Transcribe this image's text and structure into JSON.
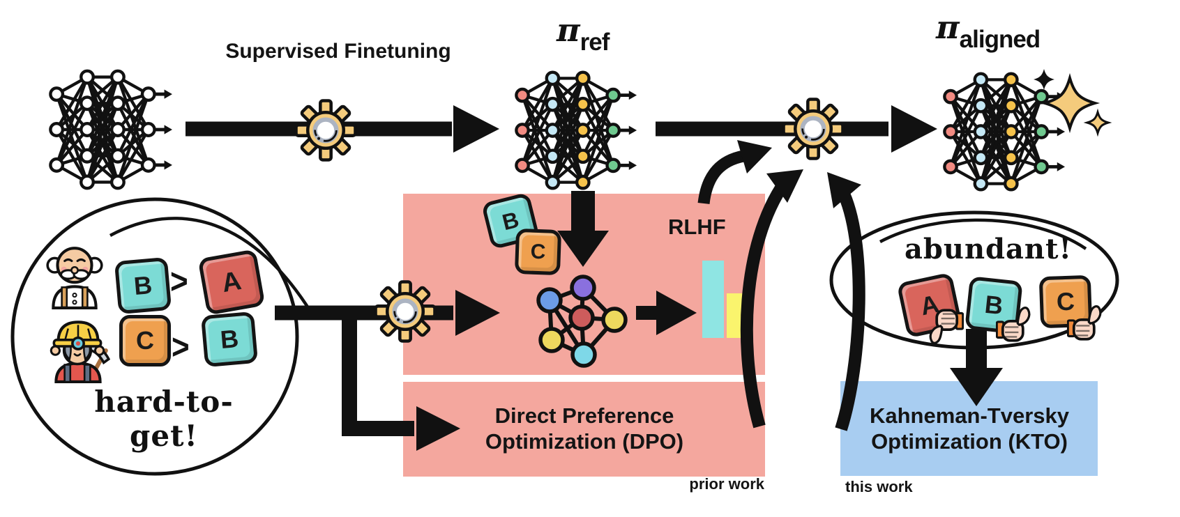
{
  "colors": {
    "pink": "#F4A79E",
    "blue": "#A8CDF1",
    "gear": "#F4CB7C",
    "gear_ring": "#ACB4C2",
    "teal_block": "#7CDBD5",
    "orange_block": "#EFA04F",
    "red_block": "#D9655C",
    "node_red": "#F28B82",
    "node_blue": "#C5E8F5",
    "node_yellow": "#F5C24B",
    "node_green": "#6FC98F",
    "rm_purple": "#8A70DE",
    "rm_blue": "#6C9CE8",
    "rm_red": "#CD5C5C",
    "rm_yellow": "#EDD85E",
    "rm_cyan": "#7ED8E8",
    "bar_teal": "#8FE5E3",
    "bar_yellow": "#FAF46D",
    "skin": "#F5CBA3",
    "skin_light": "#FBD9C8",
    "cuff_orange": "#F08A3C",
    "sparkle_gold": "#F4CB7C"
  },
  "top_row": {
    "sft_label": "Supervised Finetuning",
    "pi_ref_symbol": "π",
    "pi_ref_sub": "ref",
    "pi_aligned_symbol": "π",
    "pi_aligned_sub": "aligned"
  },
  "left_ellipse": {
    "annotation": "hard-to-get!",
    "preferences": [
      {
        "preferred": "B",
        "comparator": ">",
        "rejected": "A"
      },
      {
        "preferred": "C",
        "comparator": ">",
        "rejected": "B"
      }
    ]
  },
  "rlhf": {
    "label": "RLHF",
    "blocks": [
      "B",
      "C"
    ]
  },
  "dpo_box": {
    "label": "Direct Preference\nOptimization (DPO)"
  },
  "kto_box": {
    "label": "Kahneman-Tversky\nOptimization (KTO)"
  },
  "footnotes": {
    "prior": "prior work",
    "current": "this work"
  },
  "right_ellipse": {
    "annotation": "abundant!",
    "feedback": [
      {
        "label": "A",
        "vote": "thumbs-down"
      },
      {
        "label": "B",
        "vote": "thumbs-up"
      },
      {
        "label": "C",
        "vote": "thumbs-up"
      }
    ]
  }
}
